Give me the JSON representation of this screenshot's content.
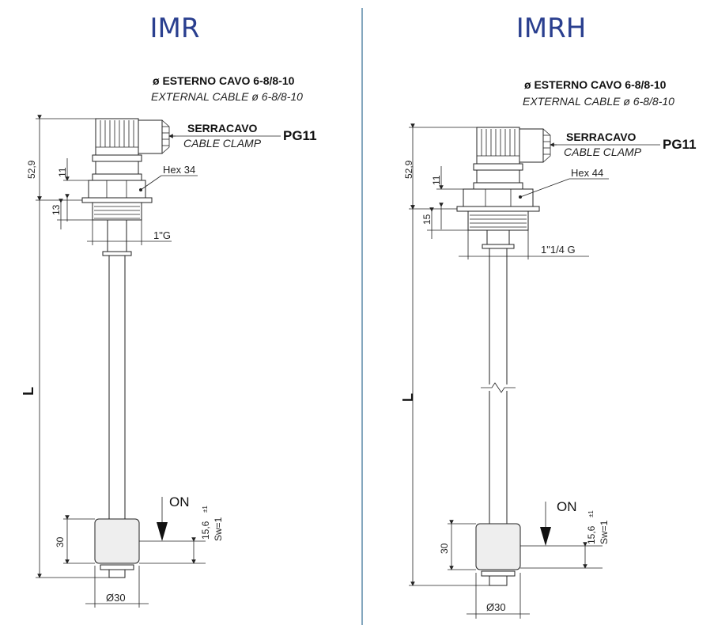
{
  "left": {
    "title": "IMR",
    "cable_it": "ø ESTERNO CAVO 6-8/8-10",
    "cable_en": "EXTERNAL CABLE ø 6-8/8-10",
    "clamp_it": "SERRACAVO",
    "clamp_en": "CABLE CLAMP",
    "connector": "PG11",
    "hex": "Hex 34",
    "thread": "1\"G",
    "dim_52": "52,9",
    "dim_11": "11",
    "dim_13": "13",
    "dim_L": "L",
    "dim_30": "30",
    "diameter": "Ø30",
    "on": "ON",
    "switch_dim": "15,6",
    "tolerance": "±1",
    "sw": "Sw=1"
  },
  "right": {
    "title": "IMRH",
    "cable_it": "ø ESTERNO CAVO 6-8/8-10",
    "cable_en": "EXTERNAL CABLE ø 6-8/8-10",
    "clamp_it": "SERRACAVO",
    "clamp_en": "CABLE CLAMP",
    "connector": "PG11",
    "hex": "Hex 44",
    "thread": "1\"1/4  G",
    "dim_52": "52,9",
    "dim_11": "11",
    "dim_15": "15",
    "dim_L": "L",
    "dim_30": "30",
    "diameter": "Ø30",
    "on": "ON",
    "switch_dim": "15,6",
    "tolerance": "±1",
    "sw": "Sw=1"
  },
  "colors": {
    "title": "#2a3f8f",
    "divider": "#5b8aa8",
    "line": "#222222"
  }
}
